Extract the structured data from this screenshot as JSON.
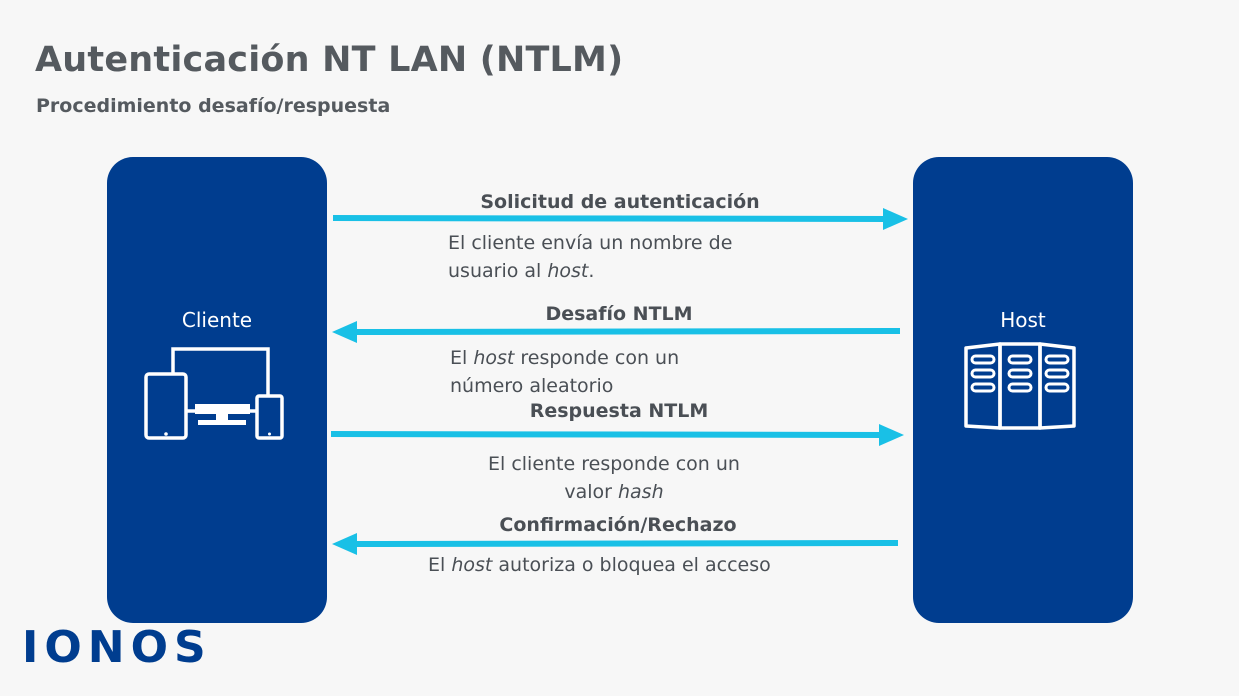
{
  "header": {
    "title": "Autenticación NT LAN (NTLM)",
    "subtitle": "Procedimiento desafío/respuesta"
  },
  "nodes": {
    "client": {
      "label": "Cliente",
      "icon": "devices-icon"
    },
    "host": {
      "label": "Host",
      "icon": "server-icon"
    }
  },
  "steps": [
    {
      "label": "Solicitud de autenticación",
      "direction": "right",
      "desc_line1": "El cliente envía un nombre de",
      "desc_line2_pre": "usuario al ",
      "desc_line2_em": "host",
      "desc_line2_post": "."
    },
    {
      "label": "Desafío NTLM",
      "direction": "left",
      "desc_line1_pre": "El ",
      "desc_line1_em": "host",
      "desc_line1_post": " responde con un",
      "desc_line2": "número aleatorio"
    },
    {
      "label": "Respuesta NTLM",
      "direction": "right",
      "desc_line1": "El cliente responde con un",
      "desc_line2_pre": "valor ",
      "desc_line2_em": "hash"
    },
    {
      "label": "Confirmación/Rechazo",
      "direction": "left",
      "desc_pre": "El ",
      "desc_em": "host",
      "desc_post": " autoriza o bloquea el acceso"
    }
  ],
  "colors": {
    "node": "#003d8f",
    "arrow": "#19c0e6",
    "background": "#f7f7f7",
    "text": "#4a4f55"
  },
  "logo": {
    "text": "IONOS"
  }
}
